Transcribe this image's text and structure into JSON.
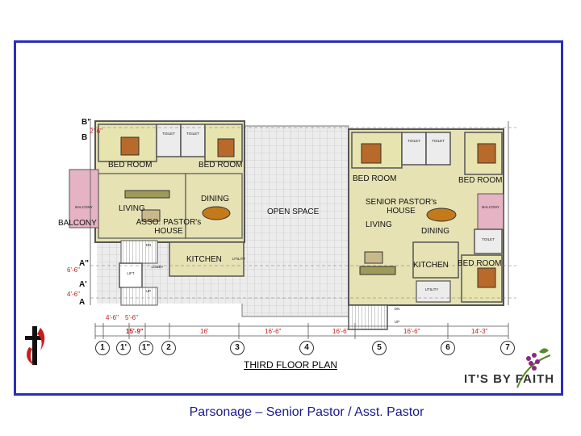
{
  "plan_title": "THIRD FLOOR PLAN",
  "caption": "Parsonage – Senior Pastor / Asst. Pastor",
  "logo_text": "IT'S BY FAITH",
  "rooms": {
    "bed_room_1": "BED ROOM",
    "bed_room_2": "BED ROOM",
    "bed_room_3": "BED ROOM",
    "bed_room_4": "BED ROOM",
    "bed_room_5": "BED ROOM",
    "living_left": "LIVING",
    "dining_left": "DINING",
    "balcony": "BALCONY",
    "asso_house": "ASSO. PASTOR's HOUSE",
    "kitchen_left": "KITCHEN",
    "open_space": "OPEN SPACE",
    "senior_house": "SENIOR PASTOR's HOUSE",
    "living_right": "LIVING",
    "dining_right": "DINING",
    "kitchen_right": "KITCHEN"
  },
  "small_labels": {
    "toilet1": "TOILET",
    "toilet2": "TOILET",
    "toilet3": "TOILET",
    "toilet4": "TOILET",
    "toilet5": "TOILET",
    "balcony_left": "BALCONY",
    "balcony_right": "BALCONY",
    "lift": "LIFT",
    "lobby": "LOBBY",
    "utility_left": "UTILITY",
    "utility_right": "UTILITY",
    "up": "UP",
    "dn": "DN"
  },
  "grid_labels": {
    "b_dd": "B\"",
    "b": "B",
    "a_dd": "A\"",
    "a_d": "A'",
    "a": "A",
    "n1": "1",
    "n1d": "1'",
    "n1dd": "1\"",
    "n2": "2",
    "n3": "3",
    "n4": "4",
    "n5": "5",
    "n6": "6",
    "n7": "7"
  },
  "dimensions": {
    "d_b": "2'-6\"",
    "d_a1": "6'-6\"",
    "d_a2": "4'-6\"",
    "d_c1": "4'-6\"",
    "d_c2": "5'-6\"",
    "d_1": "15'-9\"",
    "d_2": "16'",
    "d_3": "16'-6\"",
    "d_4": "16'-6\"",
    "d_5": "16'-6\"",
    "d_6": "14'-3\""
  },
  "colors": {
    "frame": "#2a2fb8",
    "room_fill": "#e6e2b4",
    "open_fill": "#ececec",
    "wall": "#555555",
    "bed": "#b86a2a",
    "accent_pink": "#e5b3c3",
    "caption": "#1a1a8c"
  }
}
